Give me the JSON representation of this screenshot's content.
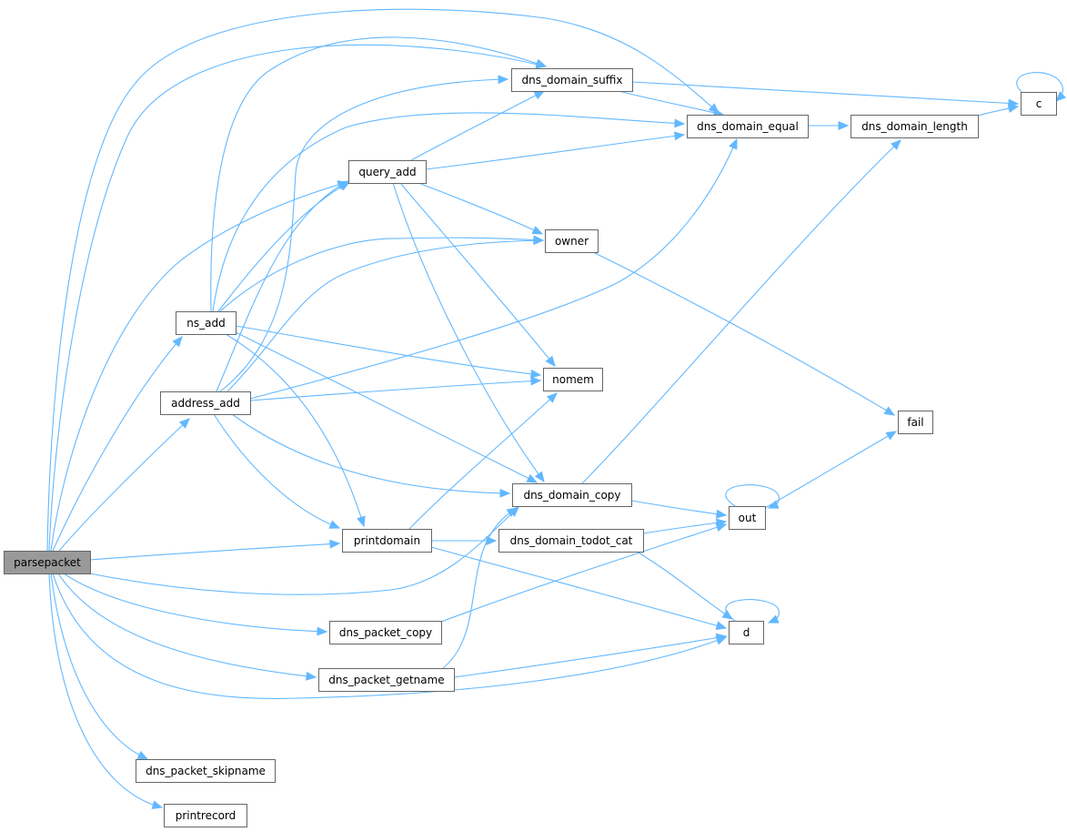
{
  "graph": {
    "colors": {
      "edge": "#63b8ff",
      "node_border": "#666666",
      "root_fill": "#999999",
      "node_fill": "#ffffff"
    },
    "nodes": [
      {
        "id": "parsepacket",
        "label": "parsepacket",
        "root": true
      },
      {
        "id": "ns_add",
        "label": "ns_add"
      },
      {
        "id": "address_add",
        "label": "address_add"
      },
      {
        "id": "query_add",
        "label": "query_add"
      },
      {
        "id": "dns_domain_suffix",
        "label": "dns_domain_suffix"
      },
      {
        "id": "dns_domain_equal",
        "label": "dns_domain_equal"
      },
      {
        "id": "dns_domain_length",
        "label": "dns_domain_length"
      },
      {
        "id": "c",
        "label": "c"
      },
      {
        "id": "owner",
        "label": "owner"
      },
      {
        "id": "nomem",
        "label": "nomem"
      },
      {
        "id": "fail",
        "label": "fail"
      },
      {
        "id": "dns_domain_copy",
        "label": "dns_domain_copy"
      },
      {
        "id": "out",
        "label": "out"
      },
      {
        "id": "printdomain",
        "label": "printdomain"
      },
      {
        "id": "dns_domain_todot_cat",
        "label": "dns_domain_todot_cat"
      },
      {
        "id": "d",
        "label": "d"
      },
      {
        "id": "dns_packet_copy",
        "label": "dns_packet_copy"
      },
      {
        "id": "dns_packet_getname",
        "label": "dns_packet_getname"
      },
      {
        "id": "dns_packet_skipname",
        "label": "dns_packet_skipname"
      },
      {
        "id": "printrecord",
        "label": "printrecord"
      }
    ],
    "edges": [
      {
        "from": "parsepacket",
        "to": "ns_add"
      },
      {
        "from": "parsepacket",
        "to": "address_add"
      },
      {
        "from": "parsepacket",
        "to": "query_add"
      },
      {
        "from": "parsepacket",
        "to": "dns_domain_suffix"
      },
      {
        "from": "parsepacket",
        "to": "dns_domain_equal"
      },
      {
        "from": "parsepacket",
        "to": "printdomain"
      },
      {
        "from": "parsepacket",
        "to": "dns_domain_copy"
      },
      {
        "from": "parsepacket",
        "to": "dns_packet_copy"
      },
      {
        "from": "parsepacket",
        "to": "dns_packet_getname"
      },
      {
        "from": "parsepacket",
        "to": "d"
      },
      {
        "from": "parsepacket",
        "to": "dns_packet_skipname"
      },
      {
        "from": "parsepacket",
        "to": "printrecord"
      },
      {
        "from": "ns_add",
        "to": "dns_domain_suffix"
      },
      {
        "from": "ns_add",
        "to": "dns_domain_equal"
      },
      {
        "from": "ns_add",
        "to": "query_add"
      },
      {
        "from": "ns_add",
        "to": "owner"
      },
      {
        "from": "ns_add",
        "to": "nomem"
      },
      {
        "from": "ns_add",
        "to": "dns_domain_copy"
      },
      {
        "from": "ns_add",
        "to": "printdomain"
      },
      {
        "from": "address_add",
        "to": "dns_domain_suffix"
      },
      {
        "from": "address_add",
        "to": "query_add"
      },
      {
        "from": "address_add",
        "to": "owner"
      },
      {
        "from": "address_add",
        "to": "dns_domain_equal"
      },
      {
        "from": "address_add",
        "to": "nomem"
      },
      {
        "from": "address_add",
        "to": "dns_domain_copy"
      },
      {
        "from": "address_add",
        "to": "printdomain"
      },
      {
        "from": "query_add",
        "to": "dns_domain_suffix"
      },
      {
        "from": "query_add",
        "to": "dns_domain_equal"
      },
      {
        "from": "query_add",
        "to": "owner"
      },
      {
        "from": "query_add",
        "to": "nomem"
      },
      {
        "from": "query_add",
        "to": "dns_domain_copy"
      },
      {
        "from": "dns_domain_suffix",
        "to": "dns_domain_equal"
      },
      {
        "from": "dns_domain_suffix",
        "to": "c"
      },
      {
        "from": "dns_domain_equal",
        "to": "dns_domain_length"
      },
      {
        "from": "dns_domain_length",
        "to": "c"
      },
      {
        "from": "c",
        "to": "c"
      },
      {
        "from": "owner",
        "to": "fail"
      },
      {
        "from": "dns_domain_copy",
        "to": "dns_domain_length"
      },
      {
        "from": "dns_domain_copy",
        "to": "out"
      },
      {
        "from": "out",
        "to": "out"
      },
      {
        "from": "out",
        "to": "fail"
      },
      {
        "from": "printdomain",
        "to": "nomem"
      },
      {
        "from": "printdomain",
        "to": "dns_domain_todot_cat"
      },
      {
        "from": "printdomain",
        "to": "d"
      },
      {
        "from": "dns_domain_todot_cat",
        "to": "out"
      },
      {
        "from": "dns_domain_todot_cat",
        "to": "d"
      },
      {
        "from": "d",
        "to": "d"
      },
      {
        "from": "dns_packet_copy",
        "to": "out"
      },
      {
        "from": "dns_packet_getname",
        "to": "dns_domain_copy"
      },
      {
        "from": "dns_packet_getname",
        "to": "d"
      }
    ]
  }
}
